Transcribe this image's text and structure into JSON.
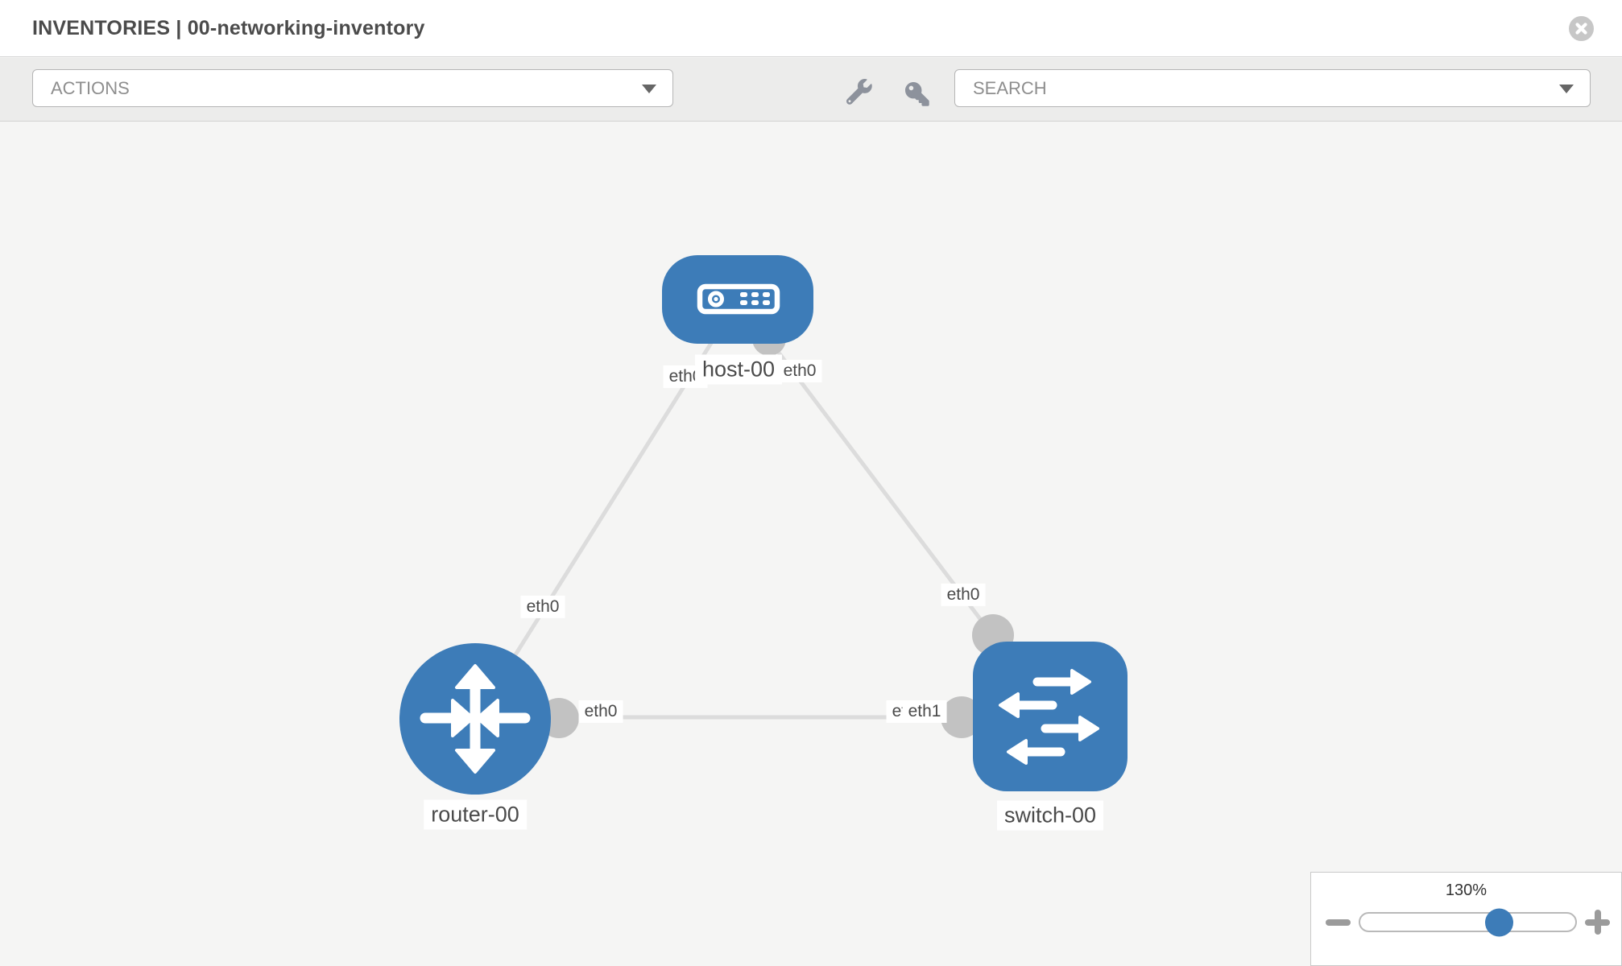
{
  "header": {
    "title": "INVENTORIES | 00-networking-inventory",
    "close_icon": "close-circle"
  },
  "toolbar": {
    "actions_label": "ACTIONS",
    "search_label": "SEARCH",
    "icons": [
      {
        "name": "wrench-icon"
      },
      {
        "name": "key-icon"
      }
    ]
  },
  "graph": {
    "accent_color": "#3d7cb8",
    "link_color": "#dcdcdc",
    "connector_color": "#c2c2c2",
    "nodes": [
      {
        "id": "host-00",
        "label": "host-00",
        "type": "host"
      },
      {
        "id": "router-00",
        "label": "router-00",
        "type": "router"
      },
      {
        "id": "switch-00",
        "label": "switch-00",
        "type": "switch"
      }
    ],
    "links": [
      {
        "source": "router-00",
        "target": "host-00",
        "source_interface": "eth0",
        "target_interface": "eth0"
      },
      {
        "source": "host-00",
        "target": "switch-00",
        "source_interface": "eth0",
        "target_interface": "eth0"
      },
      {
        "source": "router-00",
        "target": "switch-00",
        "source_interface": "eth0",
        "target_interface": "eth1"
      }
    ]
  },
  "zoom_control": {
    "level": "130%",
    "minus_icon": "minus",
    "plus_icon": "plus"
  }
}
